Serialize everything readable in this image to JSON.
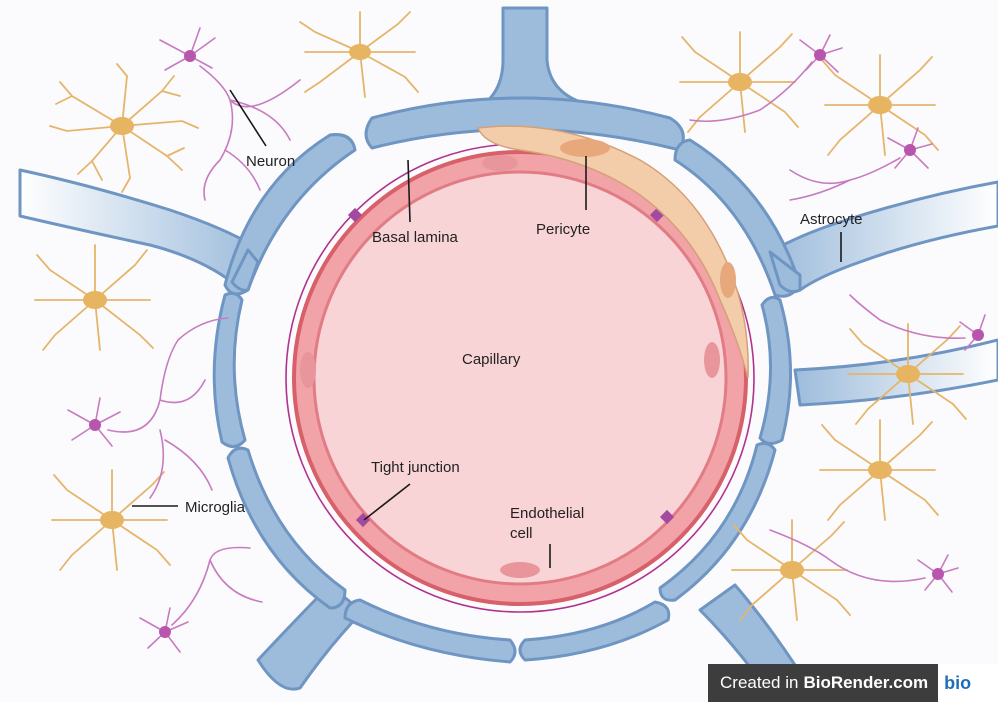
{
  "labels": {
    "neuron": "Neuron",
    "basal_lamina": "Basal lamina",
    "pericyte": "Pericyte",
    "astrocyte": "Astrocyte",
    "capillary": "Capillary",
    "tight_junction": "Tight junction",
    "microglia": "Microglia",
    "endothelial_line1": "Endothelial",
    "endothelial_line2": "cell"
  },
  "credit": {
    "prefix": "Created in",
    "brand": "BioRender.com",
    "logo": "bio"
  },
  "colors": {
    "astrocyte_endfoot": "#9dbcdc",
    "astrocyte_outline": "#6f95c2",
    "capillary_lumen": "#f7c9cc",
    "endothelium": "#e07a80",
    "pericyte": "#f1c9a5",
    "microglia": "#e5b56a",
    "neuron": "#c77bc0",
    "tight_junction": "#a24aa0",
    "basal_lamina": "#b0328e",
    "credit_bar": "#3d3d3d"
  }
}
